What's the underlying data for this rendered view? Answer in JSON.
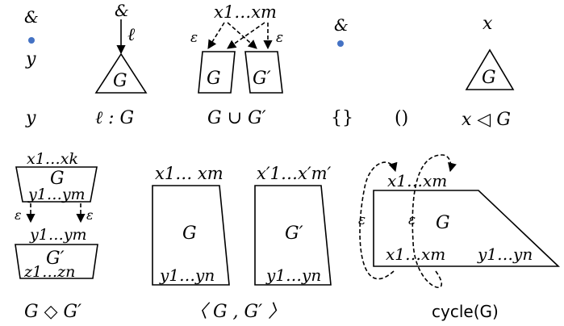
{
  "colors": {
    "dot": "#4472C4",
    "ink": "#000000"
  },
  "top_row": {
    "var_root_label": "&",
    "var_node_label": "y",
    "var_caption": "y",
    "label_root_label": "&",
    "label_edge_label": "ℓ",
    "label_graph": "G",
    "label_caption": "ℓ : G",
    "union_roots": "x1…xm",
    "union_eps_left": "ε",
    "union_eps_right": "ε",
    "union_graph_left": "G",
    "union_graph_right": "G′",
    "union_caption": "G ∪ G′",
    "empty_root_label": "&",
    "empty_caption": "{}",
    "unit_caption": "()",
    "mark_root_label": "x",
    "mark_graph": "G",
    "mark_caption": "x ◁ G"
  },
  "bottom_row": {
    "append_top_in": "x1…xk",
    "append_top_graph": "G",
    "append_top_out": "y1…ym",
    "append_eps_left": "ε",
    "append_eps_right": "ε",
    "append_bot_in": "y1…ym",
    "append_bot_graph": "G′",
    "append_bot_out": "z1…zn",
    "append_caption": "G ◇ G′",
    "pair_left_in": "x1… xm",
    "pair_left_graph": "G",
    "pair_left_out": "y1…yn",
    "pair_right_in": "x′1…x′m′",
    "pair_right_graph": "G′",
    "pair_right_out": "y1…yn",
    "pair_caption": "〈 G , G′ 〉",
    "cycle_in": "x1…xm",
    "cycle_graph": "G",
    "cycle_eps_left": "ε",
    "cycle_eps_mid": "ε",
    "cycle_out_x": "x1…xm",
    "cycle_out_y": "y1…yn",
    "cycle_caption": "cycle(G)"
  }
}
